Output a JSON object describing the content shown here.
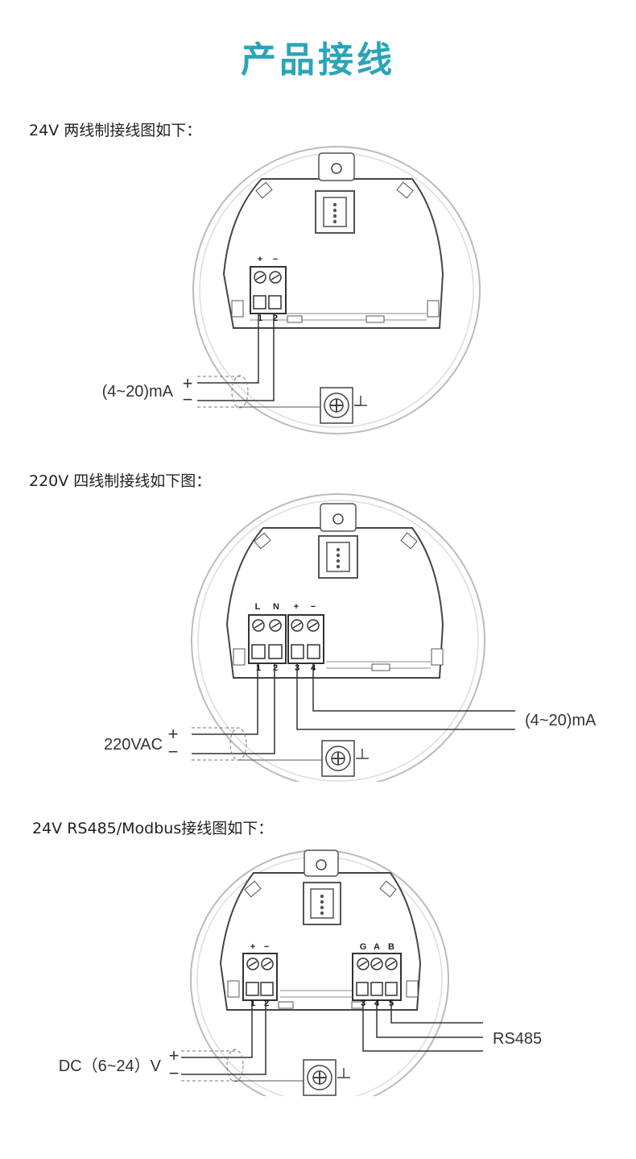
{
  "page": {
    "title": "产品接线"
  },
  "sections": [
    {
      "title": "24V  两线制接线图如下：",
      "terminals": [
        "+",
        "−"
      ],
      "pins": [
        "1",
        "2"
      ],
      "signal_label": "(4~20)mA",
      "plus": "+",
      "minus": "−"
    },
    {
      "title": "220V  四线制接线如下图：",
      "terminals": [
        "L",
        "N",
        "+",
        "−"
      ],
      "pins": [
        "1",
        "2",
        "3",
        "4"
      ],
      "power_label": "220VAC",
      "signal_label": "(4~20)mA",
      "plus": "+",
      "minus": "−"
    },
    {
      "title": "24V  RS485/Modbus接线图如下：",
      "terminals_left": [
        "+",
        "−"
      ],
      "pins_left": [
        "1",
        "2"
      ],
      "terminals_right": [
        "G",
        "A",
        "B"
      ],
      "pins_right": [
        "3",
        "4",
        "5"
      ],
      "power_label": "DC（6~24）V",
      "bus_label": "RS485",
      "plus": "+",
      "minus": "−"
    }
  ]
}
